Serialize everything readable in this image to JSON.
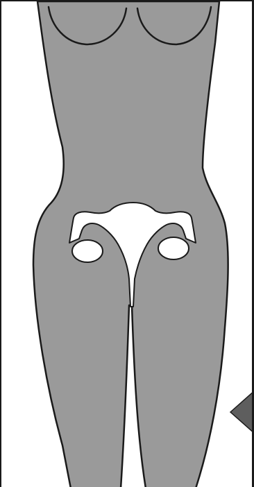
{
  "figure": {
    "subject": "female-torso-reproductive-anatomy",
    "colors": {
      "body_fill": "#9a9a9a",
      "outline": "#1a1a1a",
      "organ_fill": "#ffffff",
      "background": "#ffffff",
      "pointer_fill": "#5e5e5e"
    },
    "parts": [
      "torso",
      "breasts",
      "legs",
      "uterus",
      "fallopian-tubes",
      "ovaries",
      "cervix",
      "pointer"
    ]
  }
}
